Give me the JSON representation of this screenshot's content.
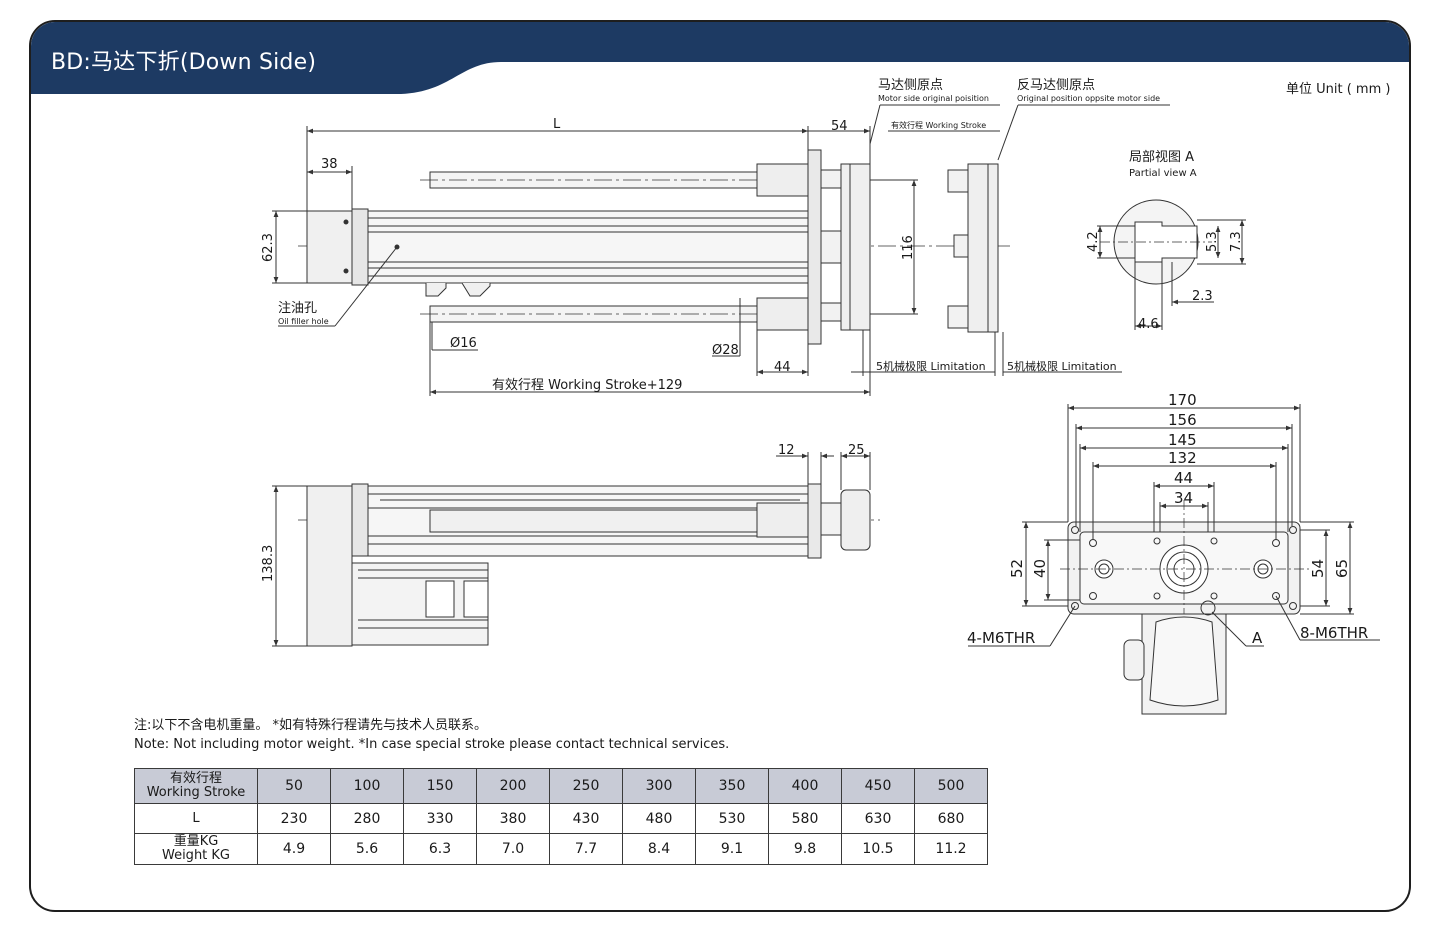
{
  "header": {
    "title": "BD:马达下折(Down Side)",
    "bar_color": "#1d3a63"
  },
  "labels": {
    "unit": "单位 Unit ( mm )",
    "motor_origin_cn": "马达侧原点",
    "motor_origin_en": "Motor side original poisition",
    "opp_origin_cn": "反马达侧原点",
    "opp_origin_en": "Original position oppsite motor side",
    "working_stroke_small": "有效行程 Working Stroke",
    "partial_view_cn": "局部视图 A",
    "partial_view_en": "Partial view A",
    "oil_cn": "注油孔",
    "oil_en": "Oil filler hole",
    "working_stroke_total": "有效行程 Working Stroke+129",
    "limit_left": "5机械极限 Limitation",
    "limit_right": "5机械极限 Limitation",
    "hole4": "4-M6THR",
    "hole8": "8-M6THR",
    "view_a": "A"
  },
  "dimensions": {
    "L": "L",
    "d54": "54",
    "d38": "38",
    "d62_3": "62.3",
    "d116": "116",
    "dia16": "Ø16",
    "dia28": "Ø28",
    "d44": "44",
    "d12": "12",
    "d25": "25",
    "d138_3": "138.3",
    "pv_4_2": "4.2",
    "pv_5_3": "5.3",
    "pv_7_3": "7.3",
    "pv_2_3": "2.3",
    "pv_4_6": "4.6",
    "e170": "170",
    "e156": "156",
    "e145": "145",
    "e132": "132",
    "e44": "44",
    "e34": "34",
    "e52": "52",
    "e40": "40",
    "e54": "54",
    "e65": "65"
  },
  "notes": {
    "cn": "注:以下不含电机重量。 *如有特殊行程请先与技术人员联系。",
    "en": "Note: Not including motor weight.    *In case special stroke please contact technical services."
  },
  "table": {
    "stroke_header_cn": "有效行程",
    "stroke_header_en": "Working Stroke",
    "l_header": "L",
    "weight_header_cn": "重量KG",
    "weight_header_en": "Weight KG",
    "strokes": [
      "50",
      "100",
      "150",
      "200",
      "250",
      "300",
      "350",
      "400",
      "450",
      "500"
    ],
    "L": [
      "230",
      "280",
      "330",
      "380",
      "430",
      "480",
      "530",
      "580",
      "630",
      "680"
    ],
    "weight": [
      "4.9",
      "5.6",
      "6.3",
      "7.0",
      "7.7",
      "8.4",
      "9.1",
      "9.8",
      "10.5",
      "11.2"
    ]
  }
}
